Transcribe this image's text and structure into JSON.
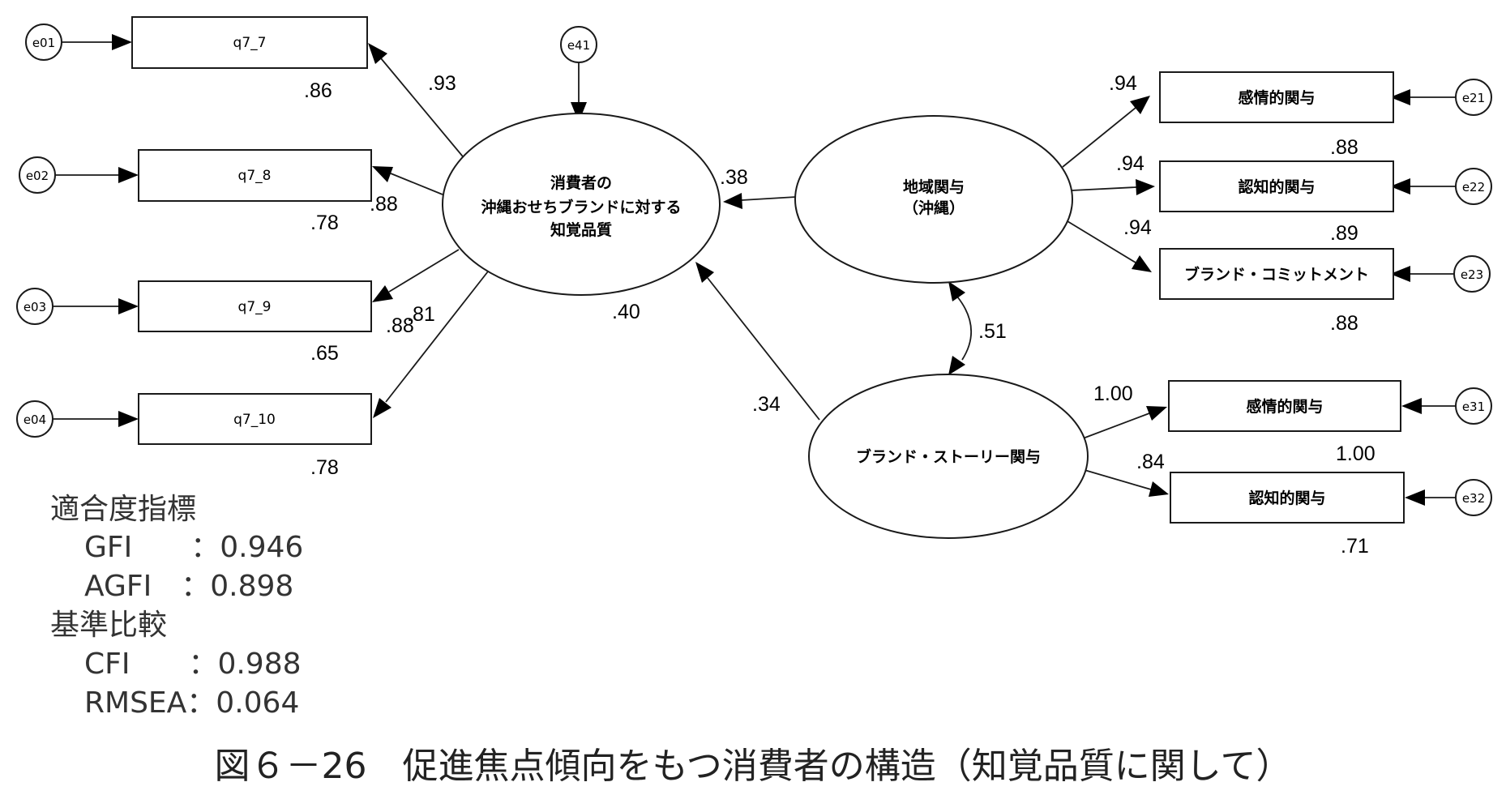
{
  "observed": {
    "q7_7": "q7_7",
    "q7_8": "q7_8",
    "q7_9": "q7_9",
    "q7_10": "q7_10",
    "r_kanjo1": "感情的関与",
    "r_ninchi1": "認知的関与",
    "r_commit": "ブランド・コミットメント",
    "s_kanjo": "感情的関与",
    "s_ninchi": "認知的関与"
  },
  "latent": {
    "quality": [
      "消費者の",
      "沖縄おせちブランドに対する",
      "知覚品質"
    ],
    "regional": [
      "地域関与",
      "（沖縄）"
    ],
    "story": [
      "ブランド・ストーリー関与"
    ]
  },
  "errors": {
    "e01": "e01",
    "e02": "e02",
    "e03": "e03",
    "e04": "e04",
    "e41": "e41",
    "e21": "e21",
    "e22": "e22",
    "e23": "e23",
    "e31": "e31",
    "e32": "e32"
  },
  "coefficients": {
    "load_q77": ".93",
    "r2_q77": ".86",
    "load_q78": ".88",
    "r2_q78": ".78",
    "load_q79": ".81",
    "r2_q79": ".65",
    "load_q710": ".88",
    "r2_q710": ".78",
    "path_regional_quality": ".38",
    "path_story_quality": ".34",
    "r2_quality": ".40",
    "cov_regional_story": ".51",
    "load_r1": ".94",
    "r2_r1": ".88",
    "load_r2": ".94",
    "r2_r2": ".89",
    "load_r3": ".94",
    "r2_r3": ".88",
    "load_s1": "1.00",
    "r2_s1": "1.00",
    "load_s2": ".84",
    "r2_s2": ".71"
  },
  "fit": {
    "heading1": "適合度指標",
    "gfi": "GFI　　：0.946",
    "agfi": "AGFI　：0.898",
    "heading2": "基準比較",
    "cfi": "CFI　　：0.988",
    "rmsea": "RMSEA：0.064"
  },
  "caption": "図６－26　促進焦点傾向をもつ消費者の構造（知覚品質に関して）"
}
